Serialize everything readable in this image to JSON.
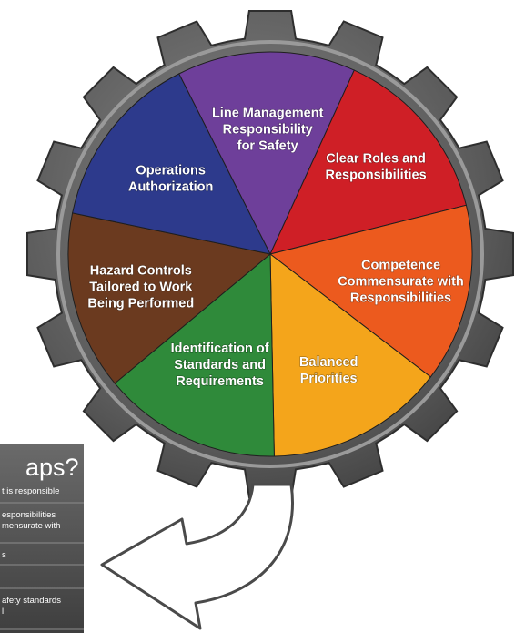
{
  "wheel": {
    "segments": [
      {
        "lines": [
          "Line Management",
          "Responsibility",
          "for Safety"
        ],
        "color": "#6e3f9a"
      },
      {
        "lines": [
          "Clear Roles and",
          "Responsibilities"
        ],
        "color": "#cf1f26"
      },
      {
        "lines": [
          "Competence",
          "Commensurate with",
          "Responsibilities"
        ],
        "color": "#ec5a1e"
      },
      {
        "lines": [
          "Balanced",
          "Priorities"
        ],
        "color": "#f4a51b"
      },
      {
        "lines": [
          "Identification of",
          "Standards and",
          "Requirements"
        ],
        "color": "#2f8a3a"
      },
      {
        "lines": [
          "Hazard Controls",
          "Tailored to Work",
          "Being Performed"
        ],
        "color": "#6b3a1f"
      },
      {
        "lines": [
          "Operations",
          "Authorization"
        ],
        "color": "#2d3a8c"
      }
    ],
    "gear_color": "#555555"
  },
  "panel": {
    "title": "aps?",
    "items": [
      {
        "lines": [
          "t is responsible"
        ]
      },
      {
        "lines": [
          "esponsibilities",
          "mensurate with"
        ]
      },
      {
        "lines": [
          "s"
        ]
      },
      {
        "lines": [
          ""
        ]
      },
      {
        "lines": [
          "afety standards",
          "l"
        ]
      }
    ]
  }
}
